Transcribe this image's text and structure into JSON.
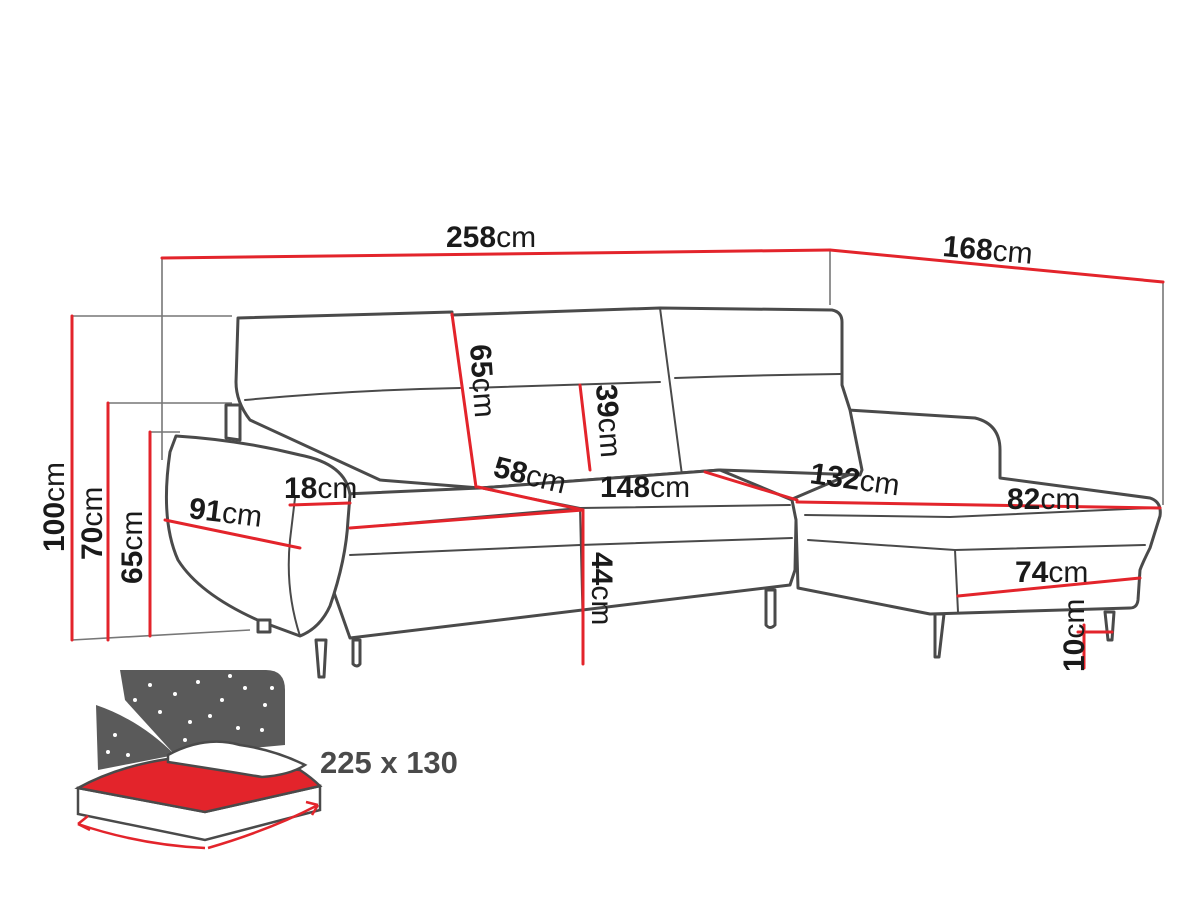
{
  "unit": "cm",
  "colors": {
    "dimension_line": "#e3242b",
    "outline": "#4a4a4a",
    "bed_surface": "#e3242b",
    "night_panel": "#5a5a5a"
  },
  "dimensions": {
    "total_width": "258",
    "corner_depth": "168",
    "total_height": "100",
    "armrest_height": "70",
    "side_height": "65",
    "backrest_height": "65",
    "back_cushion_height": "39",
    "seat_depth": "58",
    "seat_width": "148",
    "chaise_length": "132",
    "chaise_width": "82",
    "chaise_seat_width": "74",
    "leg_height": "10",
    "armrest_depth": "91",
    "armrest_width": "18",
    "seat_height": "44"
  },
  "bed": {
    "size_label": "225 x 130",
    "icon": "sleeping-area-icon"
  }
}
